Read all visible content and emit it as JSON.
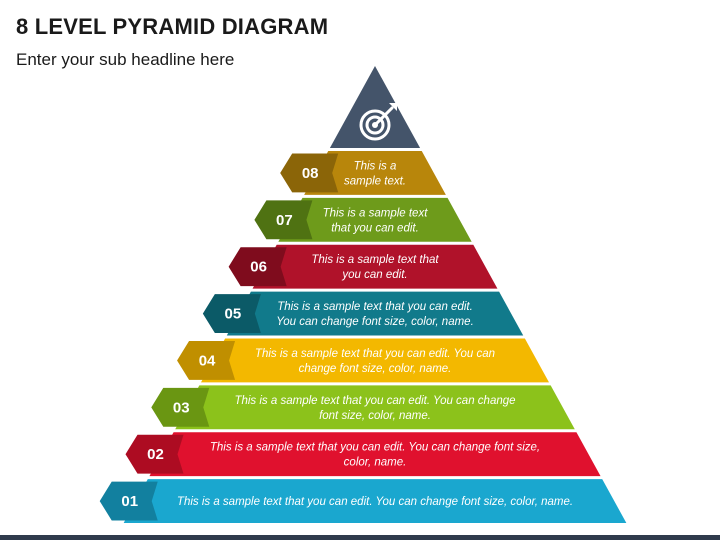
{
  "header": {
    "title": "8 LEVEL PYRAMID DIAGRAM",
    "subtitle": "Enter your sub headline here"
  },
  "apex": {
    "icon": "target-icon",
    "color": "#44546a"
  },
  "levels": [
    {
      "num": "08",
      "color": "#b8860b",
      "tag_color": "#8b6508",
      "lines": [
        "This is a",
        "sample text."
      ]
    },
    {
      "num": "07",
      "color": "#6e9b1b",
      "tag_color": "#4f7212",
      "lines": [
        "This is a sample text",
        "that you can edit."
      ]
    },
    {
      "num": "06",
      "color": "#b0122a",
      "tag_color": "#7f0c1d",
      "lines": [
        "This is a sample text that",
        "you can edit."
      ]
    },
    {
      "num": "05",
      "color": "#117a8b",
      "tag_color": "#0b5a67",
      "lines": [
        "This is a sample text that you can edit.",
        "You can change font size, color, name."
      ]
    },
    {
      "num": "04",
      "color": "#f3b800",
      "tag_color": "#c08f00",
      "lines": [
        "This is a sample text that you can edit. You can",
        "change font size, color, name."
      ]
    },
    {
      "num": "03",
      "color": "#8cc21b",
      "tag_color": "#6a9612",
      "lines": [
        "This is a sample text that you can edit. You can change",
        "font size, color, name."
      ]
    },
    {
      "num": "02",
      "color": "#e0112e",
      "tag_color": "#ad0c22",
      "lines": [
        "This is a sample text that you can edit. You can change font size,",
        "color, name."
      ]
    },
    {
      "num": "01",
      "color": "#1aa7cf",
      "tag_color": "#12809f",
      "lines": [
        "This is a sample text that you can edit. You can change font size, color, name."
      ]
    }
  ]
}
